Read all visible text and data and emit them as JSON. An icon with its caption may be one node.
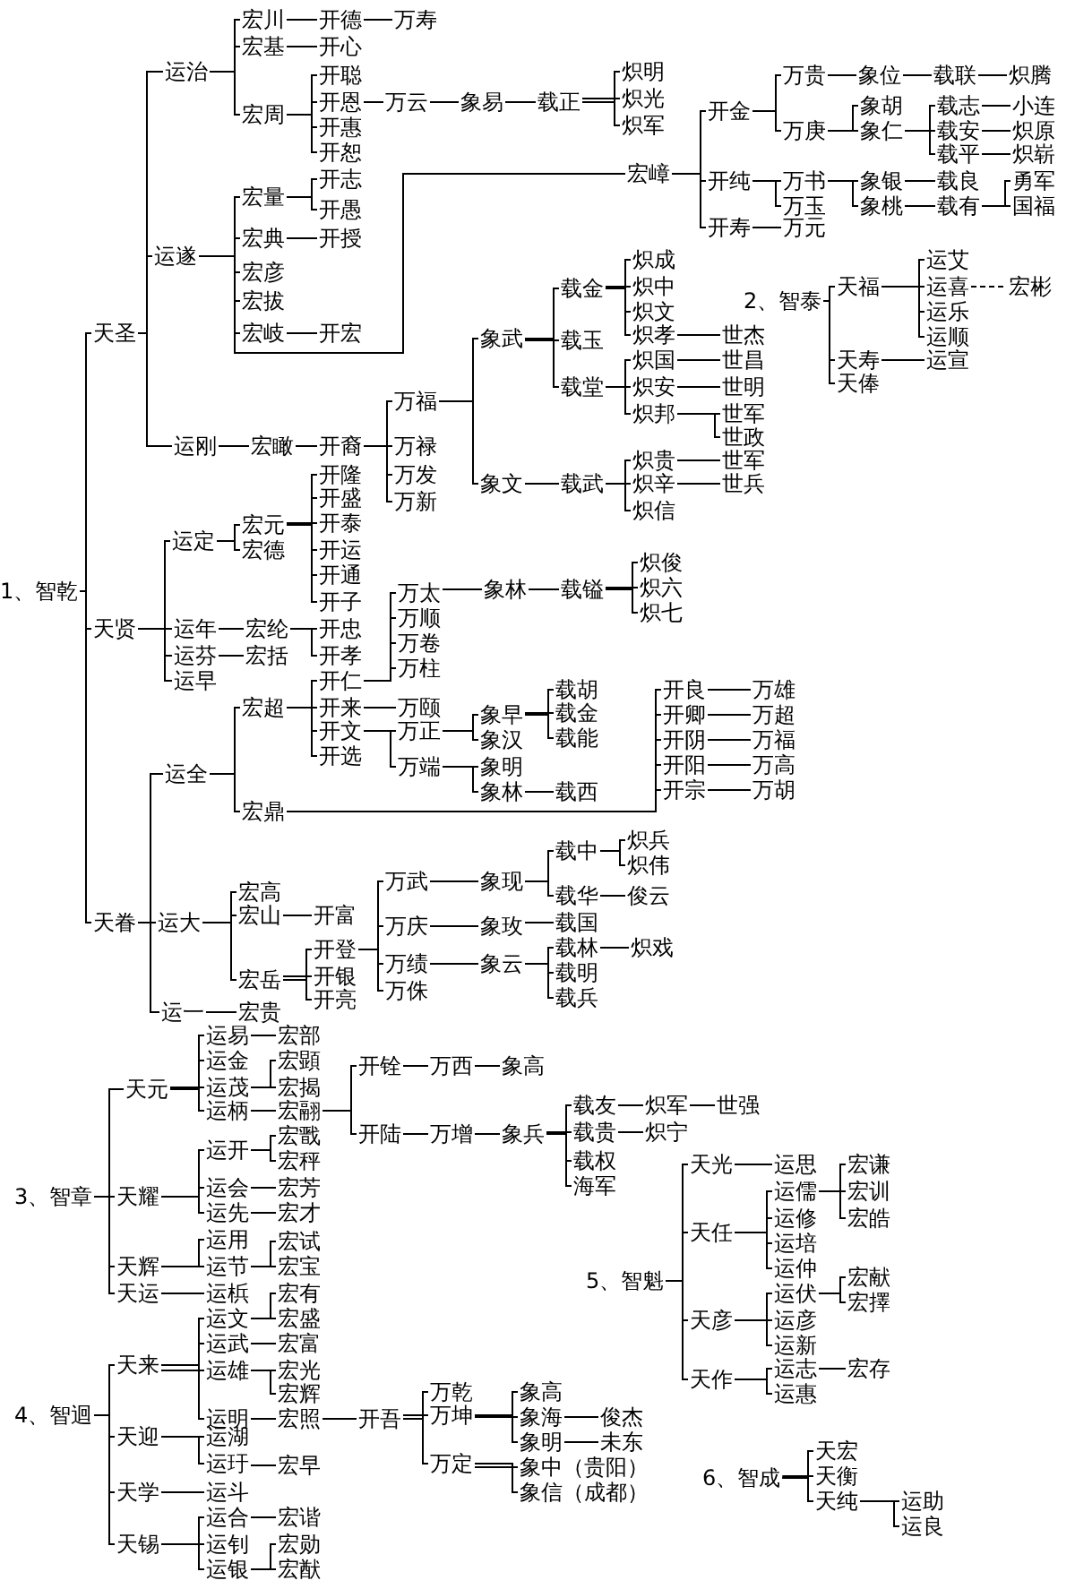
{
  "diagram": {
    "nodes": [
      {
        "text": [
          "1、智乾"
        ]
      },
      {
        "text": [
          "天圣"
        ]
      },
      {
        "text": [
          "运治"
        ]
      },
      {
        "text": [
          "宏川"
        ]
      },
      {
        "text": [
          "开德"
        ]
      },
      {
        "text": [
          "万寿"
        ]
      },
      {
        "text": [
          "宏基"
        ]
      },
      {
        "text": [
          "开心"
        ]
      },
      {
        "text": [
          "宏周"
        ]
      },
      {
        "text": [
          "开聪"
        ]
      },
      {
        "text": [
          "开恩"
        ]
      },
      {
        "text": [
          "万云"
        ]
      },
      {
        "text": [
          "象易"
        ]
      },
      {
        "text": [
          "载正"
        ]
      },
      {
        "text": [
          "炽明"
        ]
      },
      {
        "text": [
          "炽光"
        ]
      },
      {
        "text": [
          "炽军"
        ]
      },
      {
        "text": [
          "开惠"
        ]
      },
      {
        "text": [
          "开恕"
        ]
      },
      {
        "text": [
          "运遂"
        ]
      },
      {
        "text": [
          "宏量"
        ]
      },
      {
        "text": [
          "开志"
        ]
      },
      {
        "text": [
          "开愚"
        ]
      },
      {
        "text": [
          "宏典"
        ]
      },
      {
        "text": [
          "开授"
        ]
      },
      {
        "text": [
          "宏彦"
        ]
      },
      {
        "text": [
          "宏拔"
        ]
      },
      {
        "text": [
          "宏岐"
        ]
      },
      {
        "text": [
          "开宏"
        ]
      },
      {
        "text": [
          "宏嶂"
        ]
      },
      {
        "text": [
          "开金"
        ]
      },
      {
        "text": [
          "万贵"
        ]
      },
      {
        "text": [
          "象位"
        ]
      },
      {
        "text": [
          "载联"
        ]
      },
      {
        "text": [
          "炽腾"
        ]
      },
      {
        "text": [
          "万庚"
        ]
      },
      {
        "text": [
          "象胡"
        ]
      },
      {
        "text": [
          "象仁"
        ]
      },
      {
        "text": [
          "载志"
        ]
      },
      {
        "text": [
          "小连"
        ]
      },
      {
        "text": [
          "载安"
        ]
      },
      {
        "text": [
          "炽原"
        ]
      },
      {
        "text": [
          "载平"
        ]
      },
      {
        "text": [
          "炽崭"
        ]
      },
      {
        "text": [
          "开纯"
        ]
      },
      {
        "text": [
          "万书"
        ]
      },
      {
        "text": [
          "象银"
        ]
      },
      {
        "text": [
          "载良"
        ]
      },
      {
        "text": [
          "象桃"
        ]
      },
      {
        "text": [
          "载有"
        ]
      },
      {
        "text": [
          "勇军"
        ]
      },
      {
        "text": [
          "国福"
        ]
      },
      {
        "text": [
          "万玉"
        ]
      },
      {
        "text": [
          "开寿"
        ]
      },
      {
        "text": [
          "万元"
        ]
      },
      {
        "text": [
          "运刚"
        ]
      },
      {
        "text": [
          "宏瞰"
        ]
      },
      {
        "text": [
          "开裔"
        ]
      },
      {
        "text": [
          "万福"
        ]
      },
      {
        "text": [
          "象武"
        ]
      },
      {
        "text": [
          "载金"
        ]
      },
      {
        "text": [
          "炽成"
        ]
      },
      {
        "text": [
          "炽中"
        ]
      },
      {
        "text": [
          "炽文"
        ]
      },
      {
        "text": [
          "炽孝"
        ]
      },
      {
        "text": [
          "世杰"
        ]
      },
      {
        "text": [
          "载玉"
        ]
      },
      {
        "text": [
          "载堂"
        ]
      },
      {
        "text": [
          "炽国"
        ]
      },
      {
        "text": [
          "世昌"
        ]
      },
      {
        "text": [
          "炽安"
        ]
      },
      {
        "text": [
          "世明"
        ]
      },
      {
        "text": [
          "炽邦"
        ]
      },
      {
        "text": [
          "世军"
        ]
      },
      {
        "text": [
          "世政"
        ]
      },
      {
        "text": [
          "象文"
        ]
      },
      {
        "text": [
          "载武"
        ]
      },
      {
        "text": [
          "炽贵"
        ]
      },
      {
        "text": [
          "世军"
        ]
      },
      {
        "text": [
          "炽辛"
        ]
      },
      {
        "text": [
          "世兵"
        ]
      },
      {
        "text": [
          "炽信"
        ]
      },
      {
        "text": [
          "万禄"
        ]
      },
      {
        "text": [
          "万发"
        ]
      },
      {
        "text": [
          "万新"
        ]
      },
      {
        "text": [
          "天贤"
        ]
      },
      {
        "text": [
          "运定"
        ]
      },
      {
        "text": [
          "宏元"
        ]
      },
      {
        "text": [
          "开隆"
        ]
      },
      {
        "text": [
          "开盛"
        ]
      },
      {
        "text": [
          "开泰"
        ]
      },
      {
        "text": [
          "开运"
        ]
      },
      {
        "text": [
          "开通"
        ]
      },
      {
        "text": [
          "开子"
        ]
      },
      {
        "text": [
          "宏德"
        ]
      },
      {
        "text": [
          "运年"
        ]
      },
      {
        "text": [
          "宏纶"
        ]
      },
      {
        "text": [
          "开忠"
        ]
      },
      {
        "text": [
          "开孝"
        ]
      },
      {
        "text": [
          "运芬"
        ]
      },
      {
        "text": [
          "宏括"
        ]
      },
      {
        "text": [
          "运早"
        ]
      },
      {
        "text": [
          "天眷"
        ]
      },
      {
        "text": [
          "运全"
        ]
      },
      {
        "text": [
          "宏超"
        ]
      },
      {
        "text": [
          "开仁"
        ]
      },
      {
        "text": [
          "万太"
        ]
      },
      {
        "text": [
          "象林"
        ]
      },
      {
        "text": [
          "载镒"
        ]
      },
      {
        "text": [
          "炽俊"
        ]
      },
      {
        "text": [
          "炽六"
        ]
      },
      {
        "text": [
          "炽七"
        ]
      },
      {
        "text": [
          "万顺"
        ]
      },
      {
        "text": [
          "万卷"
        ]
      },
      {
        "text": [
          "万柱"
        ]
      },
      {
        "text": [
          "开来"
        ]
      },
      {
        "text": [
          "万颐"
        ]
      },
      {
        "text": [
          "开文"
        ]
      },
      {
        "text": [
          "万正"
        ]
      },
      {
        "text": [
          "象早"
        ]
      },
      {
        "text": [
          "载胡"
        ]
      },
      {
        "text": [
          "载金"
        ]
      },
      {
        "text": [
          "载能"
        ]
      },
      {
        "text": [
          "象汉"
        ]
      },
      {
        "text": [
          "万端"
        ]
      },
      {
        "text": [
          "象明"
        ]
      },
      {
        "text": [
          "象林"
        ]
      },
      {
        "text": [
          "载西"
        ]
      },
      {
        "text": [
          "开选"
        ]
      },
      {
        "text": [
          "宏鼎"
        ]
      },
      {
        "text": [
          "开良"
        ]
      },
      {
        "text": [
          "万雄"
        ]
      },
      {
        "text": [
          "开卿"
        ]
      },
      {
        "text": [
          "万超"
        ]
      },
      {
        "text": [
          "开阴"
        ]
      },
      {
        "text": [
          "万福"
        ]
      },
      {
        "text": [
          "开阳"
        ]
      },
      {
        "text": [
          "万高"
        ]
      },
      {
        "text": [
          "开宗"
        ]
      },
      {
        "text": [
          "万胡"
        ]
      },
      {
        "text": [
          "运大"
        ]
      },
      {
        "text": [
          "宏高"
        ]
      },
      {
        "text": [
          "宏山"
        ]
      },
      {
        "text": [
          "开富"
        ]
      },
      {
        "text": [
          "宏岳"
        ]
      },
      {
        "text": [
          "开登"
        ]
      },
      {
        "text": [
          "万武"
        ]
      },
      {
        "text": [
          "象现"
        ]
      },
      {
        "text": [
          "载中"
        ]
      },
      {
        "text": [
          "炽兵"
        ]
      },
      {
        "text": [
          "炽伟"
        ]
      },
      {
        "text": [
          "载华"
        ]
      },
      {
        "text": [
          "俊云"
        ]
      },
      {
        "text": [
          "万庆"
        ]
      },
      {
        "text": [
          "象玫"
        ]
      },
      {
        "text": [
          "载国"
        ]
      },
      {
        "text": [
          "万绩"
        ]
      },
      {
        "text": [
          "象云"
        ]
      },
      {
        "text": [
          "载林"
        ]
      },
      {
        "text": [
          "炽戏"
        ]
      },
      {
        "text": [
          "载明"
        ]
      },
      {
        "text": [
          "载兵"
        ]
      },
      {
        "text": [
          "万侏"
        ]
      },
      {
        "text": [
          "开银"
        ]
      },
      {
        "text": [
          "开亮"
        ]
      },
      {
        "text": [
          "运一"
        ]
      },
      {
        "text": [
          "宏贵"
        ]
      },
      {
        "text": [
          "3、智章"
        ]
      },
      {
        "text": [
          "天元"
        ]
      },
      {
        "text": [
          "运易"
        ]
      },
      {
        "text": [
          "宏部"
        ]
      },
      {
        "text": [
          "运金"
        ]
      },
      {
        "text": [
          "运茂"
        ]
      },
      {
        "text": [
          "宏顕"
        ]
      },
      {
        "text": [
          "宏揭"
        ]
      },
      {
        "text": [
          "运柄"
        ]
      },
      {
        "text": [
          "宏翮"
        ]
      },
      {
        "text": [
          "开铨"
        ]
      },
      {
        "text": [
          "万西"
        ]
      },
      {
        "text": [
          "象高"
        ]
      },
      {
        "text": [
          "开陆"
        ]
      },
      {
        "text": [
          "万增"
        ]
      },
      {
        "text": [
          "象兵"
        ]
      },
      {
        "text": [
          "载友"
        ]
      },
      {
        "text": [
          "炽军"
        ]
      },
      {
        "text": [
          "世强"
        ]
      },
      {
        "text": [
          "载贵"
        ]
      },
      {
        "text": [
          "炽宁"
        ]
      },
      {
        "text": [
          "载权"
        ]
      },
      {
        "text": [
          "海军"
        ]
      },
      {
        "text": [
          "天耀"
        ]
      },
      {
        "text": [
          "运开"
        ]
      },
      {
        "text": [
          "宏戬"
        ]
      },
      {
        "text": [
          "宏秤"
        ]
      },
      {
        "text": [
          "运会"
        ]
      },
      {
        "text": [
          "宏芳"
        ]
      },
      {
        "text": [
          "运先"
        ]
      },
      {
        "text": [
          "宏才"
        ]
      },
      {
        "text": [
          "天辉"
        ]
      },
      {
        "text": [
          "运用"
        ]
      },
      {
        "text": [
          "运节"
        ]
      },
      {
        "text": [
          "宏试"
        ]
      },
      {
        "text": [
          "宏宝"
        ]
      },
      {
        "text": [
          "天运"
        ]
      },
      {
        "text": [
          "运梹"
        ]
      },
      {
        "text": [
          "4、智迴"
        ]
      },
      {
        "text": [
          "天来"
        ]
      },
      {
        "text": [
          "运文"
        ]
      },
      {
        "text": [
          "宏有"
        ]
      },
      {
        "text": [
          "宏盛"
        ]
      },
      {
        "text": [
          "运武"
        ]
      },
      {
        "text": [
          "宏富"
        ]
      },
      {
        "text": [
          "运雄"
        ]
      },
      {
        "text": [
          "宏光"
        ]
      },
      {
        "text": [
          "宏辉"
        ]
      },
      {
        "text": [
          "运明"
        ]
      },
      {
        "text": [
          "宏照"
        ]
      },
      {
        "text": [
          "开吾"
        ]
      },
      {
        "text": [
          "万乾"
        ]
      },
      {
        "text": [
          "万坤"
        ]
      },
      {
        "text": [
          "象高"
        ]
      },
      {
        "text": [
          "象海"
        ]
      },
      {
        "text": [
          "俊杰"
        ]
      },
      {
        "text": [
          "象明"
        ]
      },
      {
        "text": [
          "未东"
        ]
      },
      {
        "text": [
          "万定"
        ]
      },
      {
        "text": [
          "象中（贵阳）"
        ]
      },
      {
        "text": [
          "象信（成都）"
        ]
      },
      {
        "text": [
          "天迎"
        ]
      },
      {
        "text": [
          "运湖"
        ]
      },
      {
        "text": [
          "运玗"
        ]
      },
      {
        "text": [
          "宏早"
        ]
      },
      {
        "text": [
          "天学"
        ]
      },
      {
        "text": [
          "运斗"
        ]
      },
      {
        "text": [
          "天锡"
        ]
      },
      {
        "text": [
          "运合"
        ]
      },
      {
        "text": [
          "宏谐"
        ]
      },
      {
        "text": [
          "运钊"
        ]
      },
      {
        "text": [
          "运银"
        ]
      },
      {
        "text": [
          "宏勋"
        ]
      },
      {
        "text": [
          "宏猷"
        ]
      },
      {
        "text": [
          "5、智魁"
        ]
      },
      {
        "text": [
          "天光"
        ]
      },
      {
        "text": [
          "运思"
        ]
      },
      {
        "text": [
          "天任"
        ]
      },
      {
        "text": [
          "运儒"
        ]
      },
      {
        "text": [
          "宏谦"
        ]
      },
      {
        "text": [
          "宏训"
        ]
      },
      {
        "text": [
          "宏皓"
        ]
      },
      {
        "text": [
          "运修"
        ]
      },
      {
        "text": [
          "运培"
        ]
      },
      {
        "text": [
          "运仲"
        ]
      },
      {
        "text": [
          "天彦"
        ]
      },
      {
        "text": [
          "运伏"
        ]
      },
      {
        "text": [
          "宏献"
        ]
      },
      {
        "text": [
          "宏擇"
        ]
      },
      {
        "text": [
          "运彦"
        ]
      },
      {
        "text": [
          "运新"
        ]
      },
      {
        "text": [
          "天作"
        ]
      },
      {
        "text": [
          "运志"
        ]
      },
      {
        "text": [
          "宏存"
        ]
      },
      {
        "text": [
          "运惠"
        ]
      },
      {
        "text": [
          "6、智成"
        ]
      },
      {
        "text": [
          "天宏"
        ]
      },
      {
        "text": [
          "天衡"
        ]
      },
      {
        "text": [
          "天纯"
        ]
      },
      {
        "text": [
          "运助"
        ]
      },
      {
        "text": [
          "运良"
        ]
      },
      {
        "text": [
          "2、智泰"
        ]
      },
      {
        "text": [
          "天福"
        ]
      },
      {
        "text": [
          "运艾"
        ]
      },
      {
        "text": [
          "运喜"
        ]
      },
      {
        "text": [
          "宏彬"
        ]
      },
      {
        "text": [
          "运乐"
        ]
      },
      {
        "text": [
          "运顺"
        ]
      },
      {
        "text": [
          "天寿"
        ]
      },
      {
        "text": [
          "运宣"
        ]
      },
      {
        "text": [
          "天俸"
        ]
      }
    ],
    "edges": [
      {
        "from": 0,
        "to": 1,
        "arrow": "none"
      },
      {
        "from": 1,
        "to": 2,
        "arrow": "none"
      },
      {
        "from": 2,
        "to": 3,
        "arrow": "none"
      },
      {
        "from": 3,
        "to": 4,
        "arrow": "none"
      },
      {
        "from": 4,
        "to": 5,
        "arrow": "none"
      },
      {
        "from": 2,
        "to": 6,
        "arrow": "none"
      },
      {
        "from": 6,
        "to": 7,
        "arrow": "none"
      },
      {
        "from": 2,
        "to": 8,
        "arrow": "none"
      },
      {
        "from": 8,
        "to": 9,
        "arrow": "none"
      },
      {
        "from": 8,
        "to": 10,
        "arrow": "none"
      },
      {
        "from": 10,
        "to": 11,
        "arrow": "none"
      },
      {
        "from": 11,
        "to": 12,
        "arrow": "none"
      },
      {
        "from": 12,
        "to": 13,
        "arrow": "none"
      },
      {
        "from": 13,
        "to": 14,
        "arrow": "none"
      },
      {
        "from": 13,
        "to": 15,
        "arrow": "none"
      },
      {
        "from": 13,
        "to": 16,
        "arrow": "none"
      },
      {
        "from": 8,
        "to": 17,
        "arrow": "none"
      },
      {
        "from": 8,
        "to": 18,
        "arrow": "none"
      },
      {
        "from": 1,
        "to": 19,
        "arrow": "none"
      },
      {
        "from": 19,
        "to": 20,
        "arrow": "none"
      },
      {
        "from": 20,
        "to": 21,
        "arrow": "none"
      },
      {
        "from": 20,
        "to": 22,
        "arrow": "none"
      },
      {
        "from": 19,
        "to": 23,
        "arrow": "none"
      },
      {
        "from": 23,
        "to": 24,
        "arrow": "none"
      },
      {
        "from": 19,
        "to": 25,
        "arrow": "none"
      },
      {
        "from": 19,
        "to": 26,
        "arrow": "none"
      },
      {
        "from": 19,
        "to": 27,
        "arrow": "none"
      },
      {
        "from": 27,
        "to": 28,
        "arrow": "none"
      },
      {
        "from": 19,
        "to": 29,
        "arrow": "none"
      },
      {
        "from": 29,
        "to": 30,
        "arrow": "none"
      },
      {
        "from": 30,
        "to": 31,
        "arrow": "none"
      },
      {
        "from": 31,
        "to": 32,
        "arrow": "none"
      },
      {
        "from": 32,
        "to": 33,
        "arrow": "none"
      },
      {
        "from": 33,
        "to": 34,
        "arrow": "none"
      },
      {
        "from": 30,
        "to": 35,
        "arrow": "none"
      },
      {
        "from": 35,
        "to": 36,
        "arrow": "none"
      },
      {
        "from": 35,
        "to": 37,
        "arrow": "none"
      },
      {
        "from": 37,
        "to": 38,
        "arrow": "none"
      },
      {
        "from": 38,
        "to": 39,
        "arrow": "none"
      },
      {
        "from": 37,
        "to": 40,
        "arrow": "none"
      },
      {
        "from": 40,
        "to": 41,
        "arrow": "none"
      },
      {
        "from": 37,
        "to": 42,
        "arrow": "none"
      },
      {
        "from": 42,
        "to": 43,
        "arrow": "none"
      },
      {
        "from": 29,
        "to": 44,
        "arrow": "none"
      },
      {
        "from": 44,
        "to": 45,
        "arrow": "none"
      },
      {
        "from": 45,
        "to": 46,
        "arrow": "none"
      },
      {
        "from": 46,
        "to": 47,
        "arrow": "none"
      },
      {
        "from": 45,
        "to": 48,
        "arrow": "none"
      },
      {
        "from": 48,
        "to": 49,
        "arrow": "none"
      },
      {
        "from": 49,
        "to": 50,
        "arrow": "none"
      },
      {
        "from": 49,
        "to": 51,
        "arrow": "none"
      },
      {
        "from": 44,
        "to": 52,
        "arrow": "none"
      },
      {
        "from": 29,
        "to": 53,
        "arrow": "none"
      },
      {
        "from": 53,
        "to": 54,
        "arrow": "none"
      },
      {
        "from": 1,
        "to": 55,
        "arrow": "none"
      },
      {
        "from": 55,
        "to": 56,
        "arrow": "none"
      },
      {
        "from": 56,
        "to": 57,
        "arrow": "none"
      },
      {
        "from": 57,
        "to": 58,
        "arrow": "none"
      },
      {
        "from": 58,
        "to": 59,
        "arrow": "none"
      },
      {
        "from": 59,
        "to": 60,
        "arrow": "none"
      },
      {
        "from": 60,
        "to": 61,
        "arrow": "none"
      },
      {
        "from": 60,
        "to": 62,
        "arrow": "none"
      },
      {
        "from": 60,
        "to": 63,
        "arrow": "none"
      },
      {
        "from": 60,
        "to": 64,
        "arrow": "none"
      },
      {
        "from": 64,
        "to": 65,
        "arrow": "none"
      },
      {
        "from": 59,
        "to": 66,
        "arrow": "none"
      },
      {
        "from": 59,
        "to": 67,
        "arrow": "none"
      },
      {
        "from": 67,
        "to": 68,
        "arrow": "none"
      },
      {
        "from": 68,
        "to": 69,
        "arrow": "none"
      },
      {
        "from": 67,
        "to": 70,
        "arrow": "none"
      },
      {
        "from": 70,
        "to": 71,
        "arrow": "none"
      },
      {
        "from": 67,
        "to": 72,
        "arrow": "none"
      },
      {
        "from": 72,
        "to": 73,
        "arrow": "none"
      },
      {
        "from": 72,
        "to": 74,
        "arrow": "none"
      },
      {
        "from": 58,
        "to": 75,
        "arrow": "none"
      },
      {
        "from": 75,
        "to": 76,
        "arrow": "none"
      },
      {
        "from": 76,
        "to": 77,
        "arrow": "none"
      },
      {
        "from": 77,
        "to": 78,
        "arrow": "none"
      },
      {
        "from": 76,
        "to": 79,
        "arrow": "none"
      },
      {
        "from": 79,
        "to": 80,
        "arrow": "none"
      },
      {
        "from": 76,
        "to": 81,
        "arrow": "none"
      },
      {
        "from": 57,
        "to": 82,
        "arrow": "none"
      },
      {
        "from": 57,
        "to": 83,
        "arrow": "none"
      },
      {
        "from": 57,
        "to": 84,
        "arrow": "none"
      },
      {
        "from": 0,
        "to": 85,
        "arrow": "none"
      },
      {
        "from": 85,
        "to": 86,
        "arrow": "none"
      },
      {
        "from": 86,
        "to": 87,
        "arrow": "none"
      },
      {
        "from": 87,
        "to": 88,
        "arrow": "none"
      },
      {
        "from": 87,
        "to": 89,
        "arrow": "none"
      },
      {
        "from": 87,
        "to": 90,
        "arrow": "none"
      },
      {
        "from": 87,
        "to": 91,
        "arrow": "none"
      },
      {
        "from": 87,
        "to": 92,
        "arrow": "none"
      },
      {
        "from": 87,
        "to": 93,
        "arrow": "none"
      },
      {
        "from": 86,
        "to": 94,
        "arrow": "none"
      },
      {
        "from": 85,
        "to": 95,
        "arrow": "none"
      },
      {
        "from": 95,
        "to": 96,
        "arrow": "none"
      },
      {
        "from": 96,
        "to": 97,
        "arrow": "none"
      },
      {
        "from": 96,
        "to": 98,
        "arrow": "none"
      },
      {
        "from": 85,
        "to": 99,
        "arrow": "none"
      },
      {
        "from": 99,
        "to": 100,
        "arrow": "none"
      },
      {
        "from": 85,
        "to": 101,
        "arrow": "none"
      },
      {
        "from": 0,
        "to": 102,
        "arrow": "none"
      },
      {
        "from": 102,
        "to": 103,
        "arrow": "none"
      },
      {
        "from": 103,
        "to": 104,
        "arrow": "none"
      },
      {
        "from": 104,
        "to": 105,
        "arrow": "none"
      },
      {
        "from": 105,
        "to": 106,
        "arrow": "none"
      },
      {
        "from": 106,
        "to": 107,
        "arrow": "none"
      },
      {
        "from": 107,
        "to": 108,
        "arrow": "none"
      },
      {
        "from": 108,
        "to": 109,
        "arrow": "none"
      },
      {
        "from": 108,
        "to": 110,
        "arrow": "none"
      },
      {
        "from": 108,
        "to": 111,
        "arrow": "none"
      },
      {
        "from": 105,
        "to": 112,
        "arrow": "none"
      },
      {
        "from": 105,
        "to": 113,
        "arrow": "none"
      },
      {
        "from": 105,
        "to": 114,
        "arrow": "none"
      },
      {
        "from": 104,
        "to": 115,
        "arrow": "none"
      },
      {
        "from": 115,
        "to": 116,
        "arrow": "none"
      },
      {
        "from": 104,
        "to": 117,
        "arrow": "none"
      },
      {
        "from": 117,
        "to": 118,
        "arrow": "none"
      },
      {
        "from": 118,
        "to": 119,
        "arrow": "none"
      },
      {
        "from": 119,
        "to": 120,
        "arrow": "none"
      },
      {
        "from": 119,
        "to": 121,
        "arrow": "none"
      },
      {
        "from": 119,
        "to": 122,
        "arrow": "none"
      },
      {
        "from": 118,
        "to": 123,
        "arrow": "none"
      },
      {
        "from": 117,
        "to": 124,
        "arrow": "none"
      },
      {
        "from": 124,
        "to": 125,
        "arrow": "none"
      },
      {
        "from": 124,
        "to": 126,
        "arrow": "none"
      },
      {
        "from": 126,
        "to": 127,
        "arrow": "none"
      },
      {
        "from": 104,
        "to": 128,
        "arrow": "none"
      },
      {
        "from": 103,
        "to": 129,
        "arrow": "none"
      },
      {
        "from": 129,
        "to": 130,
        "arrow": "none"
      },
      {
        "from": 130,
        "to": 131,
        "arrow": "none"
      },
      {
        "from": 129,
        "to": 132,
        "arrow": "none"
      },
      {
        "from": 132,
        "to": 133,
        "arrow": "none"
      },
      {
        "from": 129,
        "to": 134,
        "arrow": "none"
      },
      {
        "from": 134,
        "to": 135,
        "arrow": "none"
      },
      {
        "from": 129,
        "to": 136,
        "arrow": "none"
      },
      {
        "from": 136,
        "to": 137,
        "arrow": "none"
      },
      {
        "from": 129,
        "to": 138,
        "arrow": "none"
      },
      {
        "from": 138,
        "to": 139,
        "arrow": "none"
      },
      {
        "from": 102,
        "to": 140,
        "arrow": "none"
      },
      {
        "from": 140,
        "to": 141,
        "arrow": "none"
      },
      {
        "from": 140,
        "to": 142,
        "arrow": "none"
      },
      {
        "from": 142,
        "to": 143,
        "arrow": "none"
      },
      {
        "from": 140,
        "to": 144,
        "arrow": "none"
      },
      {
        "from": 144,
        "to": 145,
        "arrow": "none"
      },
      {
        "from": 145,
        "to": 146,
        "arrow": "none"
      },
      {
        "from": 146,
        "to": 147,
        "arrow": "none"
      },
      {
        "from": 147,
        "to": 148,
        "arrow": "none"
      },
      {
        "from": 148,
        "to": 149,
        "arrow": "none"
      },
      {
        "from": 148,
        "to": 150,
        "arrow": "none"
      },
      {
        "from": 147,
        "to": 151,
        "arrow": "none"
      },
      {
        "from": 151,
        "to": 152,
        "arrow": "none"
      },
      {
        "from": 145,
        "to": 153,
        "arrow": "none"
      },
      {
        "from": 153,
        "to": 154,
        "arrow": "none"
      },
      {
        "from": 154,
        "to": 155,
        "arrow": "none"
      },
      {
        "from": 145,
        "to": 156,
        "arrow": "none"
      },
      {
        "from": 156,
        "to": 157,
        "arrow": "none"
      },
      {
        "from": 157,
        "to": 158,
        "arrow": "none"
      },
      {
        "from": 158,
        "to": 159,
        "arrow": "none"
      },
      {
        "from": 157,
        "to": 160,
        "arrow": "none"
      },
      {
        "from": 157,
        "to": 161,
        "arrow": "none"
      },
      {
        "from": 145,
        "to": 162,
        "arrow": "none"
      },
      {
        "from": 144,
        "to": 163,
        "arrow": "none"
      },
      {
        "from": 144,
        "to": 164,
        "arrow": "none"
      },
      {
        "from": 102,
        "to": 165,
        "arrow": "none"
      },
      {
        "from": 165,
        "to": 166,
        "arrow": "none"
      },
      {
        "from": 167,
        "to": 168,
        "arrow": "none"
      },
      {
        "from": 168,
        "to": 169,
        "arrow": "none"
      },
      {
        "from": 169,
        "to": 170,
        "arrow": "none"
      },
      {
        "from": 168,
        "to": 171,
        "arrow": "none"
      },
      {
        "from": 168,
        "to": 172,
        "arrow": "none"
      },
      {
        "from": 172,
        "to": 173,
        "arrow": "none"
      },
      {
        "from": 172,
        "to": 174,
        "arrow": "none"
      },
      {
        "from": 168,
        "to": 175,
        "arrow": "none"
      },
      {
        "from": 175,
        "to": 176,
        "arrow": "none"
      },
      {
        "from": 176,
        "to": 177,
        "arrow": "none"
      },
      {
        "from": 177,
        "to": 178,
        "arrow": "none"
      },
      {
        "from": 178,
        "to": 179,
        "arrow": "none"
      },
      {
        "from": 176,
        "to": 180,
        "arrow": "none"
      },
      {
        "from": 180,
        "to": 181,
        "arrow": "none"
      },
      {
        "from": 181,
        "to": 182,
        "arrow": "none"
      },
      {
        "from": 182,
        "to": 183,
        "arrow": "none"
      },
      {
        "from": 183,
        "to": 184,
        "arrow": "none"
      },
      {
        "from": 184,
        "to": 185,
        "arrow": "none"
      },
      {
        "from": 182,
        "to": 186,
        "arrow": "none"
      },
      {
        "from": 186,
        "to": 187,
        "arrow": "none"
      },
      {
        "from": 182,
        "to": 188,
        "arrow": "none"
      },
      {
        "from": 182,
        "to": 189,
        "arrow": "none"
      },
      {
        "from": 167,
        "to": 190,
        "arrow": "none"
      },
      {
        "from": 190,
        "to": 191,
        "arrow": "none"
      },
      {
        "from": 191,
        "to": 192,
        "arrow": "none"
      },
      {
        "from": 191,
        "to": 193,
        "arrow": "none"
      },
      {
        "from": 190,
        "to": 194,
        "arrow": "none"
      },
      {
        "from": 194,
        "to": 195,
        "arrow": "none"
      },
      {
        "from": 190,
        "to": 196,
        "arrow": "none"
      },
      {
        "from": 196,
        "to": 197,
        "arrow": "none"
      },
      {
        "from": 167,
        "to": 198,
        "arrow": "none"
      },
      {
        "from": 198,
        "to": 199,
        "arrow": "none"
      },
      {
        "from": 198,
        "to": 200,
        "arrow": "none"
      },
      {
        "from": 200,
        "to": 201,
        "arrow": "none"
      },
      {
        "from": 200,
        "to": 202,
        "arrow": "none"
      },
      {
        "from": 167,
        "to": 203,
        "arrow": "none"
      },
      {
        "from": 203,
        "to": 204,
        "arrow": "none"
      },
      {
        "from": 205,
        "to": 206,
        "arrow": "none"
      },
      {
        "from": 206,
        "to": 207,
        "arrow": "none"
      },
      {
        "from": 207,
        "to": 208,
        "arrow": "none"
      },
      {
        "from": 207,
        "to": 209,
        "arrow": "none"
      },
      {
        "from": 206,
        "to": 210,
        "arrow": "none"
      },
      {
        "from": 210,
        "to": 211,
        "arrow": "none"
      },
      {
        "from": 206,
        "to": 212,
        "arrow": "none"
      },
      {
        "from": 212,
        "to": 213,
        "arrow": "none"
      },
      {
        "from": 212,
        "to": 214,
        "arrow": "none"
      },
      {
        "from": 206,
        "to": 215,
        "arrow": "none"
      },
      {
        "from": 215,
        "to": 216,
        "arrow": "none"
      },
      {
        "from": 216,
        "to": 217,
        "arrow": "none"
      },
      {
        "from": 217,
        "to": 218,
        "arrow": "none"
      },
      {
        "from": 217,
        "to": 219,
        "arrow": "none"
      },
      {
        "from": 219,
        "to": 220,
        "arrow": "none"
      },
      {
        "from": 219,
        "to": 221,
        "arrow": "none"
      },
      {
        "from": 221,
        "to": 222,
        "arrow": "none"
      },
      {
        "from": 219,
        "to": 223,
        "arrow": "none"
      },
      {
        "from": 223,
        "to": 224,
        "arrow": "none"
      },
      {
        "from": 217,
        "to": 225,
        "arrow": "none"
      },
      {
        "from": 225,
        "to": 226,
        "arrow": "none"
      },
      {
        "from": 225,
        "to": 227,
        "arrow": "none"
      },
      {
        "from": 205,
        "to": 228,
        "arrow": "none"
      },
      {
        "from": 228,
        "to": 229,
        "arrow": "none"
      },
      {
        "from": 228,
        "to": 230,
        "arrow": "none"
      },
      {
        "from": 230,
        "to": 231,
        "arrow": "none"
      },
      {
        "from": 205,
        "to": 232,
        "arrow": "none"
      },
      {
        "from": 232,
        "to": 233,
        "arrow": "none"
      },
      {
        "from": 205,
        "to": 234,
        "arrow": "none"
      },
      {
        "from": 234,
        "to": 235,
        "arrow": "none"
      },
      {
        "from": 235,
        "to": 236,
        "arrow": "none"
      },
      {
        "from": 234,
        "to": 237,
        "arrow": "none"
      },
      {
        "from": 234,
        "to": 238,
        "arrow": "none"
      },
      {
        "from": 238,
        "to": 239,
        "arrow": "none"
      },
      {
        "from": 238,
        "to": 240,
        "arrow": "none"
      },
      {
        "from": 241,
        "to": 242,
        "arrow": "none"
      },
      {
        "from": 242,
        "to": 243,
        "arrow": "none"
      },
      {
        "from": 241,
        "to": 244,
        "arrow": "none"
      },
      {
        "from": 244,
        "to": 245,
        "arrow": "none"
      },
      {
        "from": 245,
        "to": 246,
        "arrow": "none"
      },
      {
        "from": 245,
        "to": 247,
        "arrow": "none"
      },
      {
        "from": 245,
        "to": 248,
        "arrow": "none"
      },
      {
        "from": 244,
        "to": 249,
        "arrow": "none"
      },
      {
        "from": 244,
        "to": 250,
        "arrow": "none"
      },
      {
        "from": 244,
        "to": 251,
        "arrow": "none"
      },
      {
        "from": 241,
        "to": 252,
        "arrow": "none"
      },
      {
        "from": 252,
        "to": 253,
        "arrow": "none"
      },
      {
        "from": 253,
        "to": 254,
        "arrow": "none"
      },
      {
        "from": 253,
        "to": 255,
        "arrow": "none"
      },
      {
        "from": 252,
        "to": 256,
        "arrow": "none"
      },
      {
        "from": 252,
        "to": 257,
        "arrow": "none"
      },
      {
        "from": 241,
        "to": 258,
        "arrow": "none"
      },
      {
        "from": 258,
        "to": 259,
        "arrow": "none"
      },
      {
        "from": 259,
        "to": 260,
        "arrow": "none"
      },
      {
        "from": 258,
        "to": 261,
        "arrow": "none"
      },
      {
        "from": 262,
        "to": 263,
        "arrow": "none"
      },
      {
        "from": 262,
        "to": 264,
        "arrow": "none"
      },
      {
        "from": 262,
        "to": 265,
        "arrow": "none"
      },
      {
        "from": 265,
        "to": 266,
        "arrow": "none"
      },
      {
        "from": 265,
        "to": 267,
        "arrow": "none"
      },
      {
        "from": 268,
        "to": 269,
        "arrow": "none"
      },
      {
        "from": 269,
        "to": 270,
        "arrow": "none"
      },
      {
        "from": 269,
        "to": 271,
        "arrow": "none"
      },
      {
        "from": 271,
        "to": 272,
        "arrow": "none",
        "style": "dashed"
      },
      {
        "from": 269,
        "to": 273,
        "arrow": "none"
      },
      {
        "from": 269,
        "to": 274,
        "arrow": "none"
      },
      {
        "from": 268,
        "to": 275,
        "arrow": "none"
      },
      {
        "from": 275,
        "to": 276,
        "arrow": "none"
      },
      {
        "from": 268,
        "to": 277,
        "arrow": "none"
      }
    ]
  }
}
